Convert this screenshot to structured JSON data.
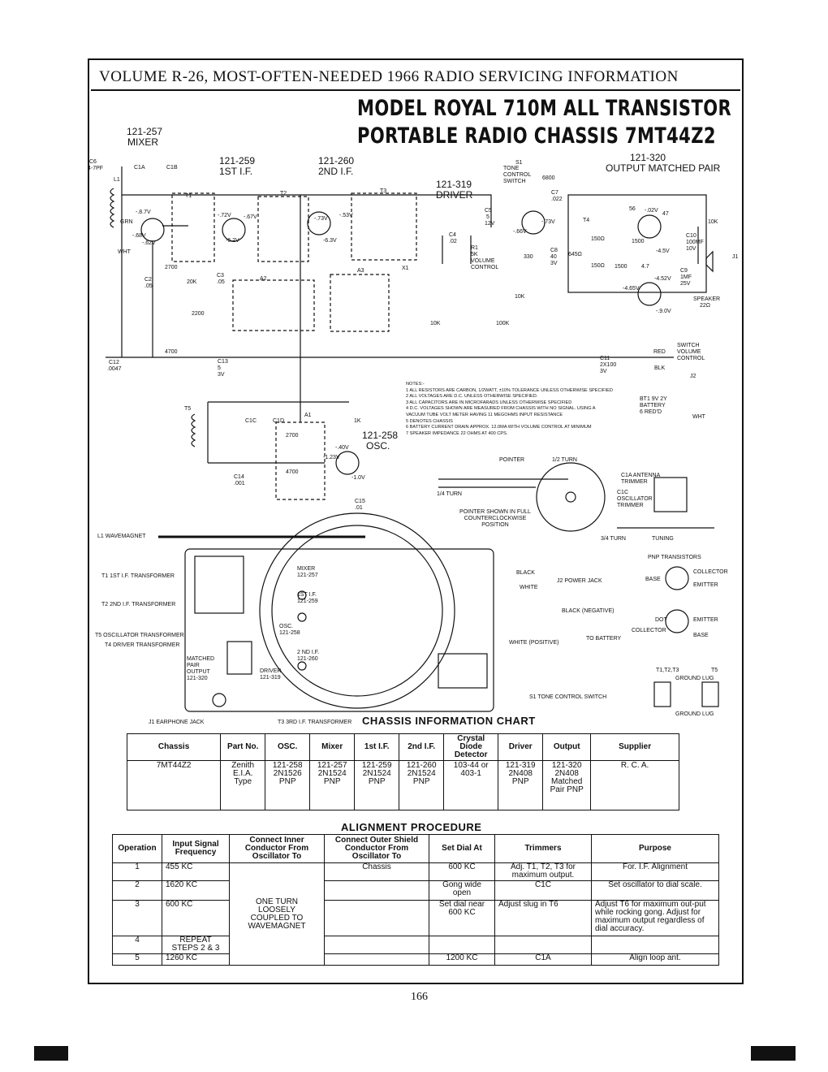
{
  "header": {
    "text": "VOLUME R-26, MOST-OFTEN-NEEDED 1966 RADIO SERVICING INFORMATION"
  },
  "title": {
    "line1": "MODEL ROYAL 710M ALL TRANSISTOR",
    "line2": "PORTABLE RADIO CHASSIS 7MT44Z2"
  },
  "schematic": {
    "stages": [
      {
        "part": "121-257",
        "name": "MIXER"
      },
      {
        "part": "121-259",
        "name": "1ST I.F."
      },
      {
        "part": "121-260",
        "name": "2ND I.F."
      },
      {
        "part": "121-319",
        "name": "DRIVER"
      },
      {
        "part": "121-320",
        "name": "OUTPUT MATCHED PAIR"
      },
      {
        "part": "121-258",
        "name": "OSC."
      }
    ],
    "labels": {
      "c6": "C6",
      "c6v": "4-7PF",
      "l1": "L1",
      "c1a": "C1A",
      "c1b": "C1B",
      "t1": "T1",
      "t2": "T2",
      "t3": "T3",
      "t4": "T4",
      "t5": "T5",
      "a1": "A1",
      "a2": "A2",
      "a3": "A3",
      "x1": "X1",
      "grn": "GRN",
      "wht": "WHT",
      "r2700": "2700",
      "c2": "C2",
      "c2v": ".05",
      "r20k": "20K",
      "c3": "C3",
      "c3v": ".05",
      "r2200": "2200",
      "r4700": "4700",
      "c12": "C12",
      "c12v": ".0047",
      "c13": "C13",
      "c13v": "5",
      "c13v2": "3V",
      "r10k_a": "10K",
      "r10k_b": "10K",
      "r10k_c": "10K",
      "r100k": "100K",
      "r1k": "1K",
      "s1": "S1",
      "s1label": "TONE CONTROL SWITCH",
      "r6800": "6800",
      "c7": "C7",
      "c7v": ".022",
      "r5k": "5K",
      "r1": "R1",
      "vol": "VOLUME CONTROL",
      "c5": "C5",
      "c5v": "5",
      "c5v2": "12V",
      "c4": "C4",
      "c4v": ".02",
      "c8": "C8",
      "c8v": "40",
      "c8v2": "3V",
      "r330": "330",
      "r150a": "150Ω",
      "r150b": "150Ω",
      "r645": "645Ω",
      "r1500a": "1500",
      "r1500b": "1500",
      "r47": "4.7",
      "r56": "56",
      "r47b": "47",
      "c10": "C10",
      "c10v": "100MF",
      "c10v2": "10V",
      "c9": "C9",
      "c9v": "1MF",
      "c9v2": "25V",
      "speaker": "SPEAKER",
      "speakerv": "22Ω",
      "j1": "J1",
      "j2": "J2",
      "c11": "C11",
      "c11v": "2X100",
      "c11v2": "3V",
      "red": "RED",
      "blk": "BLK",
      "wht2": "WHT",
      "switch": "SWITCH VOLUME CONTROL",
      "battery": "BT1 9V 2Y BATTERY 6 RED'D",
      "c14": "C14",
      "c14v": ".001",
      "c15": "C15",
      "c15v": ".01",
      "c1c": "C1C",
      "c1d": "C1D",
      "r2700b": "2700",
      "r4700b": "4700"
    },
    "voltages": {
      "mixer_e": "-.8.7V",
      "mixer_b": "-.68V",
      "mixer_c": "-.62V",
      "if1_e": "-.72V",
      "if1_b": "-.67V",
      "if1_c": "-6.2V",
      "if2_e": "-.73V",
      "if2_b": "-.53V",
      "if2_c": "-6.3V",
      "drv_e": "-.73V",
      "drv_c": "-.66V",
      "out_a": "-.02V",
      "out_b": "-4.5V",
      "out_c": "-4.65V",
      "out_d": "-4.52V",
      "out_e": "-.9.0V",
      "osc_a": "-.40V",
      "osc_b": "-1.23V",
      "osc_c": "-1.0V"
    },
    "notes_title": "NOTES:-",
    "notes": [
      "1 ALL RESISTORS ARE CARBON, 1/2WATT, ±10% TOLERANCE UNLESS OTHERWISE SPECIFIED",
      "2 ALL VOLTAGES ARE D.C. UNLESS OTHERWISE SPECIFIED.",
      "3 ALL CAPACITORS ARE IN MICROFARADS UNLESS OTHERWISE SPECIFIED",
      "4 D.C. VOLTAGES SHOWN ARE MEASURED FROM CHASSIS WITH NO SIGNAL. USING A",
      "   VACUUM TUBE VOLT METER HAVING 11 MEGOHMS INPUT RESISTANCE",
      "5 DENOTES CHASSIS",
      "6 BATTERY CURRENT DRAIN APPROX. 12.0MA WITH VOLUME CONTROL AT MINIMUM",
      "7 SPEAKER IMPEDANCE 22 OHMS AT 400 CPS."
    ]
  },
  "dial": {
    "pointer": "POINTER",
    "turn_half": "1/2 TURN",
    "turn_quarter": "1/4 TURN",
    "turn_three_quarter": "3/4 TURN",
    "caption": "POINTER SHOWN IN FULL COUNTERCLOCKWISE POSITION",
    "c1a_trimmer": "C1A ANTENNA TRIMMER",
    "c1c_trimmer": "C1C OSCILLATOR TRIMMER",
    "tuning": "TUNING"
  },
  "layout": {
    "l1": "L1 WAVEMAGNET",
    "t1": "T1 1ST I.F. TRANSFORMER",
    "t2": "T2 2ND I.F. TRANSFORMER",
    "t5": "T5 OSCILLATOR TRANSFORMER",
    "t4": "T4 DRIVER TRANSFORMER",
    "j1": "J1 EARPHONE JACK",
    "t3": "T3 3RD I.F. TRANSFORMER",
    "mixer": "MIXER 121-257",
    "if1": "1ST I.F. 121-259",
    "osc": "OSC. 121-258",
    "if2": "2 ND I.F. 121-260",
    "driver": "DRIVER 121-319",
    "matched": "MATCHED PAIR OUTPUT 121-320",
    "black": "BLACK",
    "white": "WHITE",
    "j2": "J2 POWER JACK",
    "black_neg": "BLACK (NEGATIVE)",
    "white_pos": "WHITE (POSITIVE)",
    "to_battery": "TO BATTERY",
    "s1": "S1 TONE CONTROL SWITCH",
    "pnp": "PNP TRANSISTORS",
    "base": "BASE",
    "collector": "COLLECTOR",
    "emitter": "EMITTER",
    "dot": "DOT",
    "collector2": "COLLECTOR",
    "emitter2": "EMITTER",
    "base2": "BASE",
    "tt": "T1,T2,T3",
    "t5b": "T5",
    "ground": "GROUND LUG",
    "ground2": "GROUND LUG"
  },
  "chassis_chart": {
    "title": "CHASSIS INFORMATION CHART",
    "headers": [
      "Chassis",
      "Part No.",
      "OSC.",
      "Mixer",
      "1st I.F.",
      "2nd I.F.",
      "Crystal Diode Detector",
      "Driver",
      "Output",
      "Supplier"
    ],
    "row": [
      "7MT44Z2",
      "Zenith E.I.A. Type",
      "121-258 2N1526 PNP",
      "121-257 2N1524 PNP",
      "121-259 2N1524 PNP",
      "121-260 2N1524 PNP",
      "103-44 or 403-1",
      "121-319 2N408 PNP",
      "121-320 2N408 Matched Pair PNP",
      "R. C. A."
    ]
  },
  "alignment": {
    "title": "ALIGNMENT PROCEDURE",
    "headers": [
      "Operation",
      "Input Signal Frequency",
      "Connect Inner Conductor From Oscillator To",
      "Connect Outer Shield Conductor From Oscillator To",
      "Set Dial At",
      "Trimmers",
      "Purpose"
    ],
    "inner_common": "ONE TURN LOOSELY COUPLED TO WAVEMAGNET",
    "rows": [
      {
        "op": "1",
        "freq": "455 KC",
        "outer": "Chassis",
        "dial": "600 KC",
        "trim": "Adj. T1, T2, T3 for maximum output.",
        "purpose": "For. I.F. Alignment"
      },
      {
        "op": "2",
        "freq": "1620 KC",
        "outer": "",
        "dial": "Gong wide open",
        "trim": "C1C",
        "purpose": "Set oscillator to dial scale."
      },
      {
        "op": "3",
        "freq": "600 KC",
        "outer": "",
        "dial": "Set dial near 600 KC",
        "trim": "Adjust slug in T6",
        "purpose": "Adjust T6 for maximum out-put while rocking gong. Adjust for maximum output regardless of dial accuracy."
      },
      {
        "op": "4",
        "freq": "REPEAT STEPS 2 & 3",
        "outer": "",
        "dial": "",
        "trim": "",
        "purpose": ""
      },
      {
        "op": "5",
        "freq": "1260 KC",
        "outer": "",
        "dial": "1200 KC",
        "trim": "C1A",
        "purpose": "Align loop ant."
      }
    ]
  },
  "page_number": "166"
}
